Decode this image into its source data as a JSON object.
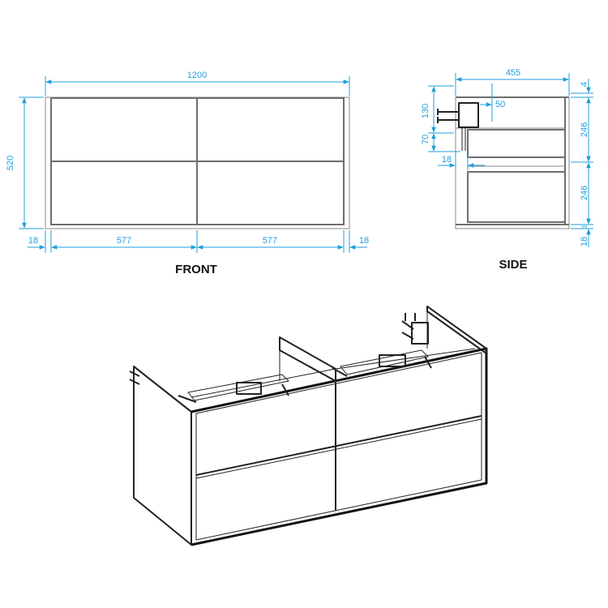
{
  "views": {
    "front": {
      "label": "FRONT",
      "overall_width": "1200",
      "height": "520",
      "drawer_width_left": "577",
      "drawer_width_right": "577",
      "side_left": "18",
      "side_right": "18"
    },
    "side": {
      "label": "SIDE",
      "depth": "455",
      "top": "4",
      "drawer_upper": "246",
      "drawer_lower": "246",
      "base": "18",
      "base_small": "3",
      "waste_height": "130",
      "waste_offset": "70",
      "waste_depth": "18",
      "waste_width": "50"
    }
  },
  "colors": {
    "dimension": "#1f9fd8",
    "outline": "#222222",
    "frame": "#6e6e6e"
  }
}
